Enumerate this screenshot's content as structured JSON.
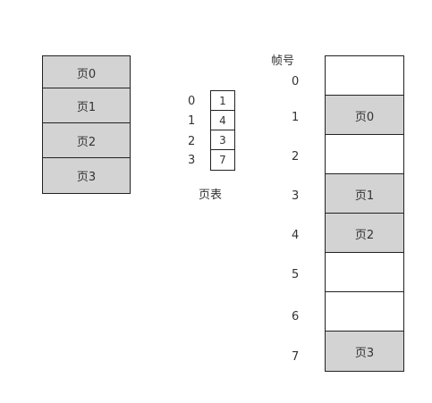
{
  "logical_memory": {
    "pages": [
      "页0",
      "页1",
      "页2",
      "页3"
    ]
  },
  "page_table": {
    "title": "页表",
    "indices": [
      "0",
      "1",
      "2",
      "3"
    ],
    "frames": [
      "1",
      "4",
      "3",
      "7"
    ]
  },
  "physical_memory": {
    "header": "帧号",
    "frame_numbers": [
      "0",
      "1",
      "2",
      "3",
      "4",
      "5",
      "6",
      "7"
    ],
    "frames": [
      "",
      "页0",
      "",
      "页1",
      "页2",
      "",
      "",
      "页3"
    ]
  },
  "colors": {
    "filled": "#d3d3d3",
    "border": "#222222",
    "text": "#333333"
  }
}
